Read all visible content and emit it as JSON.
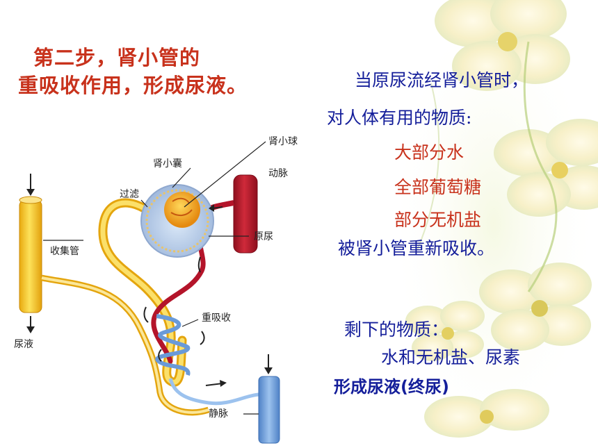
{
  "title": {
    "line1": "第二步，肾小管的",
    "line2": "重吸收作用，形成尿液。"
  },
  "text": {
    "intro": "当原尿流经肾小管时，",
    "useful": "对人体有用的物质:",
    "item_water": "大部分水",
    "item_glucose": "全部葡萄糖",
    "item_salt": "部分无机盐",
    "reabsorbed": "被肾小管重新吸收。",
    "remaining": "剩下的物质：",
    "remaining_items": "水和无机盐、尿素",
    "forms_urine": "形成尿液(终尿)"
  },
  "diagram_labels": {
    "glomerulus": "肾小球",
    "capsule": "肾小囊",
    "artery": "动脉",
    "filtration": "过滤",
    "collecting_duct": "收集管",
    "primary_urine": "原尿",
    "reabsorption": "重吸收",
    "urine": "尿液",
    "vein": "静脉"
  },
  "colors": {
    "title_red": "#c8321c",
    "body_blue": "#141e9a",
    "tubule_yellow": "#f3c21a",
    "artery_red": "#b4142a",
    "vein_blue": "#6a9ad8"
  }
}
